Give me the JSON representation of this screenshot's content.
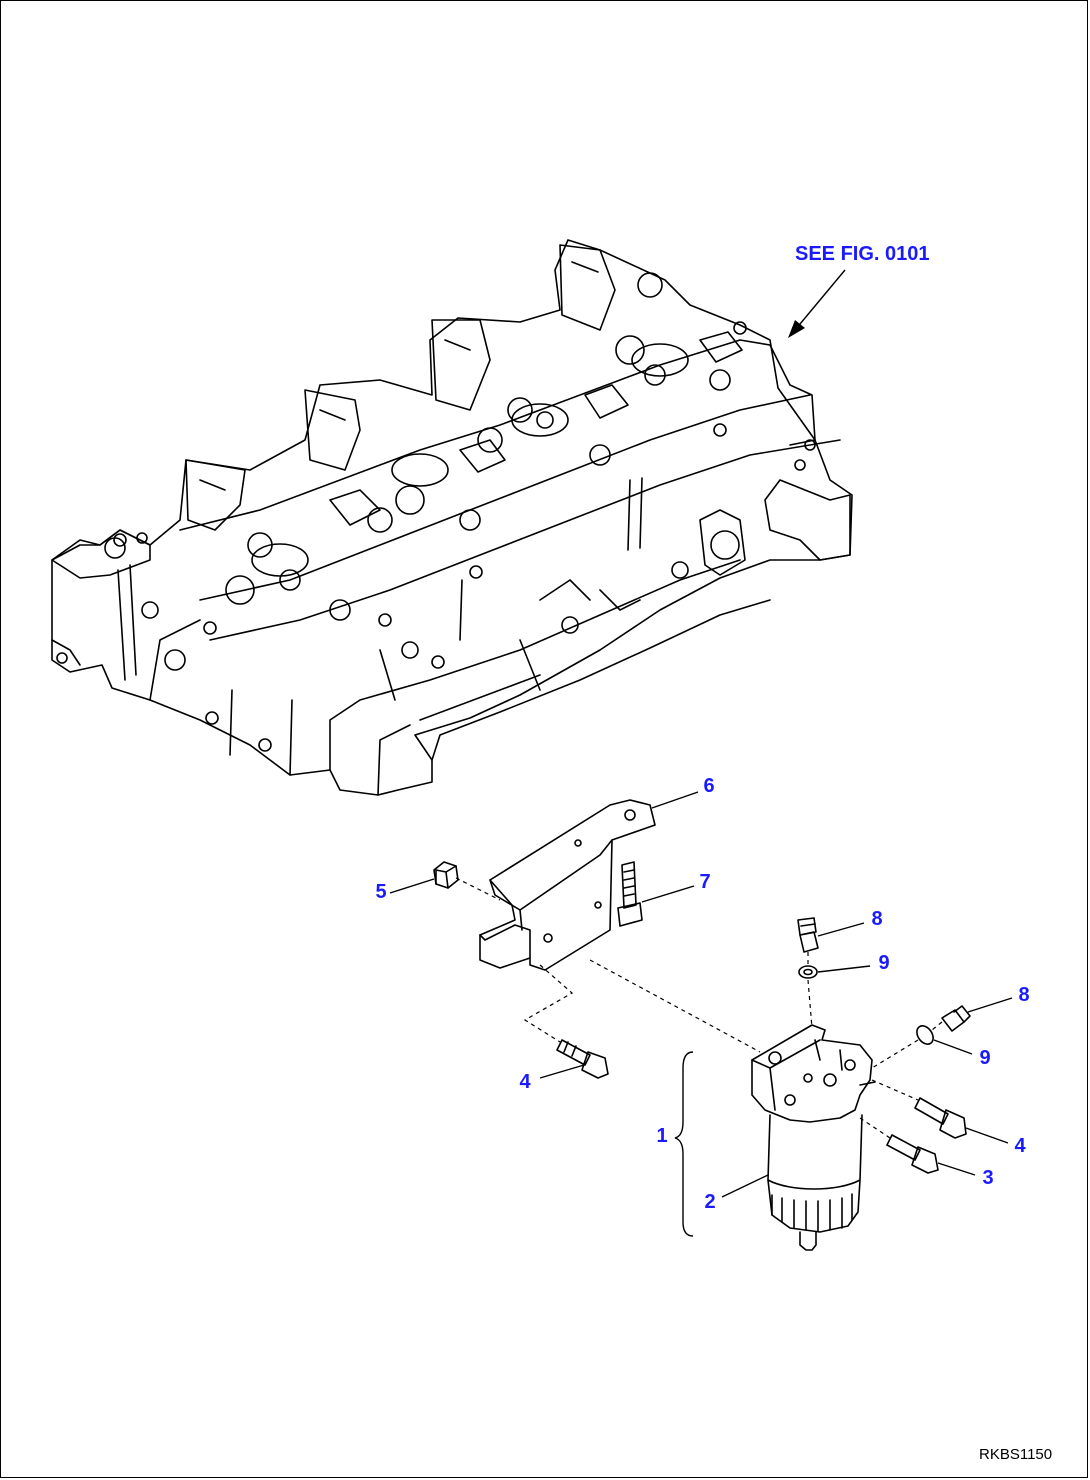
{
  "reference": {
    "text": "SEE FIG. 0101"
  },
  "drawing_code": "RKBS1150",
  "callouts": [
    {
      "id": "c1",
      "label": "1"
    },
    {
      "id": "c2",
      "label": "2"
    },
    {
      "id": "c3",
      "label": "3"
    },
    {
      "id": "c4a",
      "label": "4"
    },
    {
      "id": "c4b",
      "label": "4"
    },
    {
      "id": "c5",
      "label": "5"
    },
    {
      "id": "c6",
      "label": "6"
    },
    {
      "id": "c7",
      "label": "7"
    },
    {
      "id": "c8a",
      "label": "8"
    },
    {
      "id": "c8b",
      "label": "8"
    },
    {
      "id": "c9a",
      "label": "9"
    },
    {
      "id": "c9b",
      "label": "9"
    }
  ],
  "colors": {
    "callout": "#1a1aff",
    "line": "#000000",
    "background": "#ffffff"
  }
}
